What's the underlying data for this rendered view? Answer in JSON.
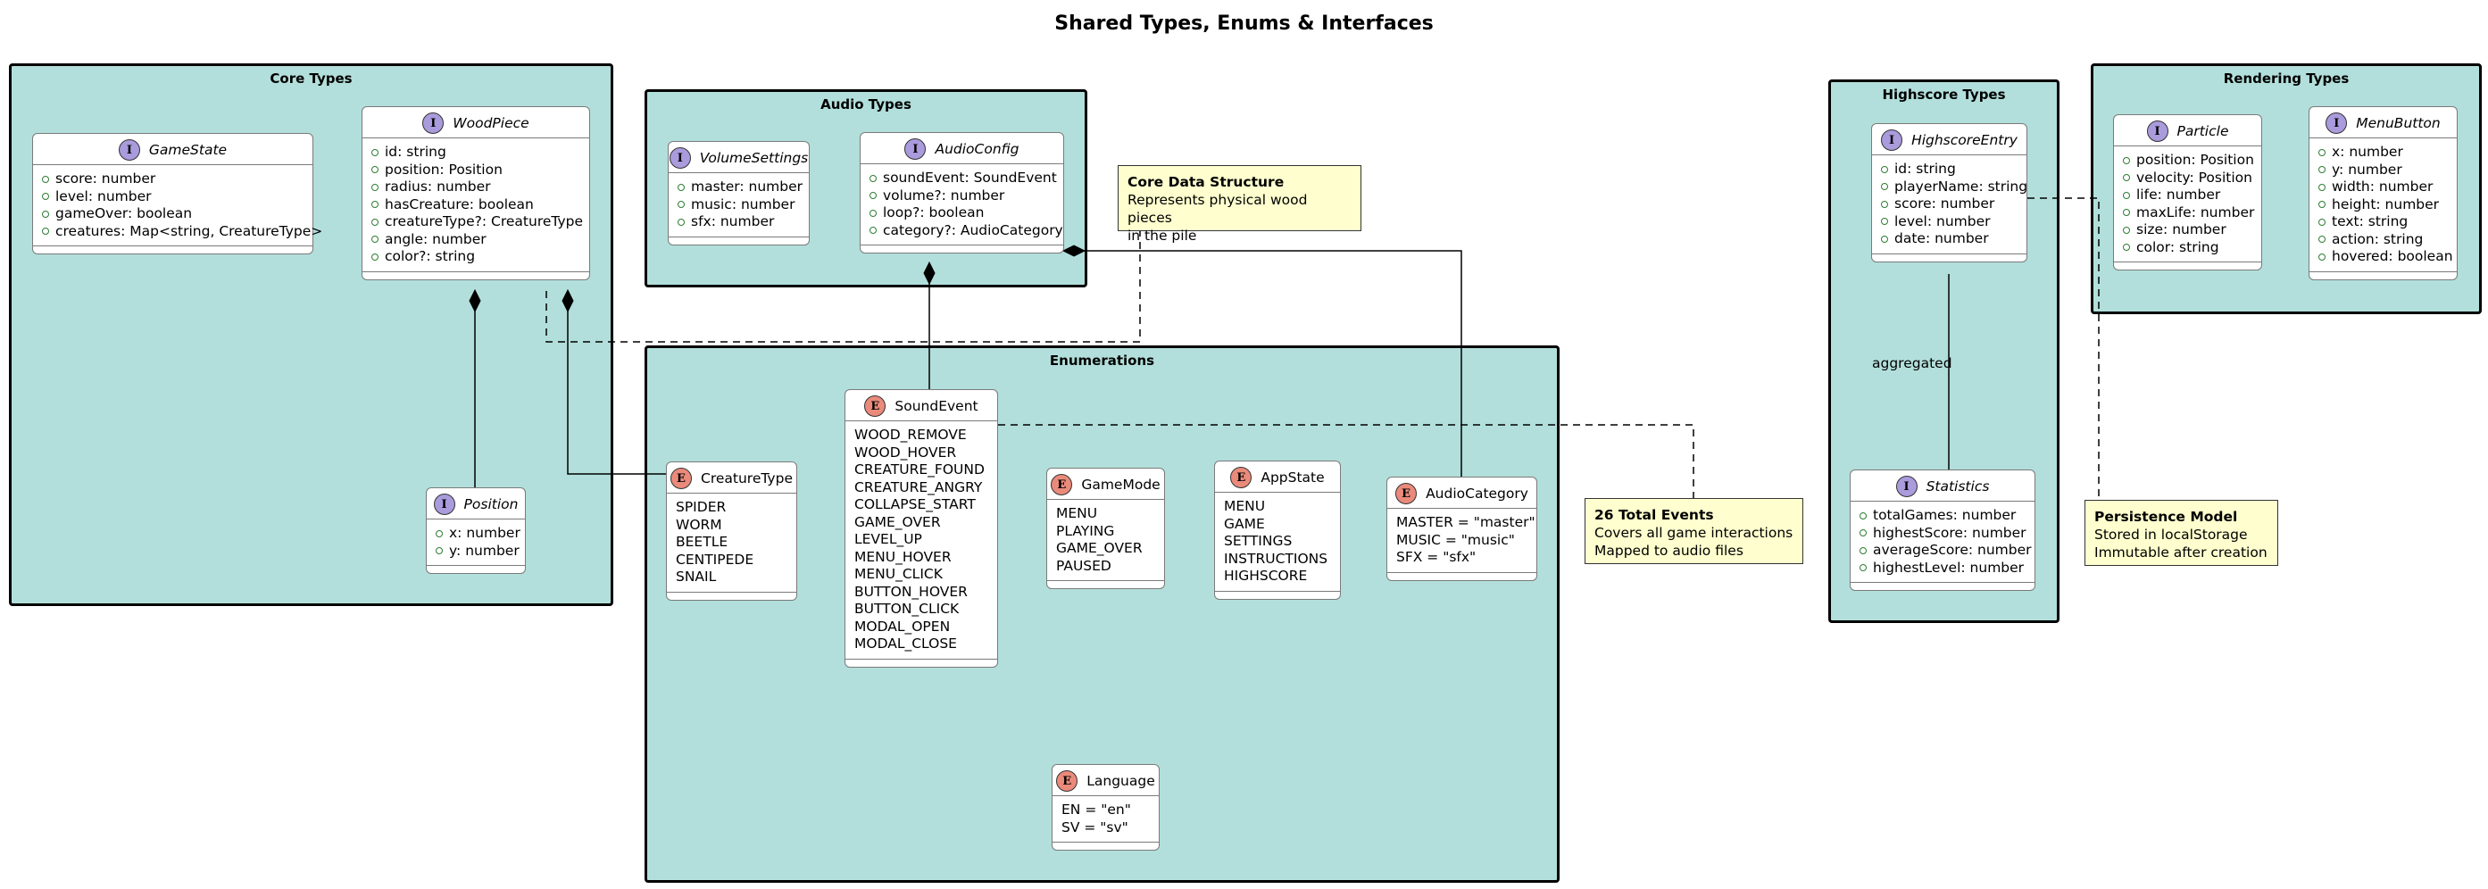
{
  "title": "Shared Types, Enums & Interfaces",
  "colors": {
    "package_fill": "#b2dfdb",
    "interface_badge": "#a99bdc",
    "enum_badge": "#ea8a7b",
    "note_fill": "#fefece"
  },
  "packages": {
    "core": "Core Types",
    "audio": "Audio Types",
    "enums": "Enumerations",
    "highscore": "Highscore Types",
    "rendering": "Rendering Types"
  },
  "classes": {
    "gamestate": {
      "stereotype": "I",
      "name": "GameState",
      "members": [
        "score: number",
        "level: number",
        "gameOver: boolean",
        "creatures: Map<string, CreatureType>"
      ]
    },
    "woodpiece": {
      "stereotype": "I",
      "name": "WoodPiece",
      "members": [
        "id: string",
        "position: Position",
        "radius: number",
        "hasCreature: boolean",
        "creatureType?: CreatureType",
        "angle: number",
        "color?: string"
      ]
    },
    "position": {
      "stereotype": "I",
      "name": "Position",
      "members": [
        "x: number",
        "y: number"
      ]
    },
    "volumesettings": {
      "stereotype": "I",
      "name": "VolumeSettings",
      "members": [
        "master: number",
        "music: number",
        "sfx: number"
      ]
    },
    "audioconfig": {
      "stereotype": "I",
      "name": "AudioConfig",
      "members": [
        "soundEvent: SoundEvent",
        "volume?: number",
        "loop?: boolean",
        "category?: AudioCategory"
      ]
    },
    "soundevent": {
      "stereotype": "E",
      "name": "SoundEvent",
      "values": [
        "WOOD_REMOVE",
        "WOOD_HOVER",
        "CREATURE_FOUND",
        "CREATURE_ANGRY",
        "COLLAPSE_START",
        "GAME_OVER",
        "LEVEL_UP",
        "MENU_HOVER",
        "MENU_CLICK",
        "BUTTON_HOVER",
        "BUTTON_CLICK",
        "MODAL_OPEN",
        "MODAL_CLOSE"
      ]
    },
    "creaturetype": {
      "stereotype": "E",
      "name": "CreatureType",
      "values": [
        "SPIDER",
        "WORM",
        "BEETLE",
        "CENTIPEDE",
        "SNAIL"
      ]
    },
    "gamemode": {
      "stereotype": "E",
      "name": "GameMode",
      "values": [
        "MENU",
        "PLAYING",
        "GAME_OVER",
        "PAUSED"
      ]
    },
    "appstate": {
      "stereotype": "E",
      "name": "AppState",
      "values": [
        "MENU",
        "GAME",
        "SETTINGS",
        "INSTRUCTIONS",
        "HIGHSCORE"
      ]
    },
    "audiocategory": {
      "stereotype": "E",
      "name": "AudioCategory",
      "values": [
        "MASTER = \"master\"",
        "MUSIC = \"music\"",
        "SFX = \"sfx\""
      ]
    },
    "language": {
      "stereotype": "E",
      "name": "Language",
      "values": [
        "EN = \"en\"",
        "SV = \"sv\""
      ]
    },
    "highscoreentry": {
      "stereotype": "I",
      "name": "HighscoreEntry",
      "members": [
        "id: string",
        "playerName: string",
        "score: number",
        "level: number",
        "date: number"
      ]
    },
    "statistics": {
      "stereotype": "I",
      "name": "Statistics",
      "members": [
        "totalGames: number",
        "highestScore: number",
        "averageScore: number",
        "highestLevel: number"
      ]
    },
    "particle": {
      "stereotype": "I",
      "name": "Particle",
      "members": [
        "position: Position",
        "velocity: Position",
        "life: number",
        "maxLife: number",
        "size: number",
        "color: string"
      ]
    },
    "menubutton": {
      "stereotype": "I",
      "name": "MenuButton",
      "members": [
        "x: number",
        "y: number",
        "width: number",
        "height: number",
        "text: string",
        "action: string",
        "hovered: boolean"
      ]
    }
  },
  "notes": {
    "core_data": {
      "title": "Core Data Structure",
      "lines": [
        "Represents physical wood pieces",
        "in the pile"
      ]
    },
    "events": {
      "title": "26 Total Events",
      "lines": [
        "Covers all game interactions",
        "Mapped to audio files"
      ]
    },
    "persistence": {
      "title": "Persistence Model",
      "lines": [
        "Stored in localStorage",
        "Immutable after creation"
      ]
    }
  },
  "relations": {
    "aggregated_label": "aggregated"
  }
}
